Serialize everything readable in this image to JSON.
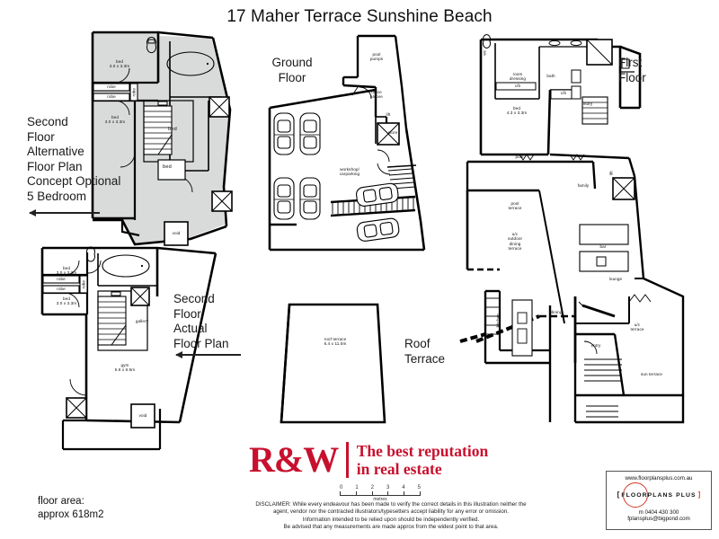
{
  "title": "17 Maher Terrace Sunshine Beach",
  "sections": {
    "second_floor_alt": {
      "label": "Second\nFloor\nAlternative\nFloor Plan\nConcept Optional\n5 Bedroom",
      "lines": [
        "Second",
        "Floor",
        "Alternative",
        "Floor Plan",
        "Concept Optional",
        "5 Bedroom"
      ],
      "rooms": [
        {
          "name": "bed",
          "dims": "3.0 x 3.3m"
        },
        {
          "name": "robe",
          "dims": ""
        },
        {
          "name": "robe",
          "dims": ""
        },
        {
          "name": "robe",
          "dims": ""
        },
        {
          "name": "bed",
          "dims": "3.0 x 3.3m"
        },
        {
          "name": "bed",
          "dims": ""
        },
        {
          "name": "bed",
          "dims": ""
        },
        {
          "name": "void",
          "dims": ""
        }
      ]
    },
    "second_floor_actual": {
      "lines": [
        "Second",
        "Floor",
        "Actual",
        "Floor Plan"
      ],
      "rooms": [
        {
          "name": "bed",
          "dims": "3.0 x 3.3m"
        },
        {
          "name": "robe",
          "dims": ""
        },
        {
          "name": "robe",
          "dims": ""
        },
        {
          "name": "robe",
          "dims": ""
        },
        {
          "name": "bed",
          "dims": "3.0 x 3.3m"
        },
        {
          "name": "gallery",
          "dims": ""
        },
        {
          "name": "gym",
          "dims": "5.6 x 6.5m"
        },
        {
          "name": "void",
          "dims": ""
        }
      ]
    },
    "ground_floor": {
      "lines": [
        "Ground",
        "Floor"
      ],
      "rooms": [
        {
          "name": "pool pumps",
          "dims": ""
        },
        {
          "name": "office alcove",
          "dims": ""
        },
        {
          "name": "lift",
          "dims": ""
        },
        {
          "name": "store",
          "dims": ""
        },
        {
          "name": "workshop/ carparking",
          "dims": ""
        }
      ]
    },
    "roof_terrace": {
      "lines": [
        "Roof",
        "Terrace"
      ],
      "rooms": [
        {
          "name": "roof terrace",
          "dims": "6.4 x 11.0m"
        }
      ]
    },
    "first_floor": {
      "lines": [
        "First",
        "Floor"
      ],
      "rooms": [
        {
          "name": "wc",
          "dims": ""
        },
        {
          "name": "room dressing",
          "dims": ""
        },
        {
          "name": "c/b",
          "dims": ""
        },
        {
          "name": "bath",
          "dims": ""
        },
        {
          "name": "bed",
          "dims": "4.3 x 3.3m"
        },
        {
          "name": "lndry",
          "dims": ""
        },
        {
          "name": "pool",
          "dims": ""
        },
        {
          "name": "pool terrace",
          "dims": ""
        },
        {
          "name": "u/c outdoor dining terrace",
          "dims": ""
        },
        {
          "name": "family",
          "dims": ""
        },
        {
          "name": "lift",
          "dims": ""
        },
        {
          "name": "bar",
          "dims": ""
        },
        {
          "name": "lounge",
          "dims": ""
        },
        {
          "name": "kitchen",
          "dims": ""
        },
        {
          "name": "dining",
          "dims": ""
        },
        {
          "name": "entry",
          "dims": ""
        },
        {
          "name": "u/c terrace",
          "dims": ""
        },
        {
          "name": "sun terrace",
          "dims": ""
        }
      ]
    }
  },
  "labels": {
    "bed": "bed",
    "bed_dims_small": "3.0 x 3.3m",
    "bed_dims_first": "4.3 x 3.3m",
    "robe": "robe",
    "void": "void",
    "gallery": "gallery",
    "gym": "gym",
    "gym_dims": "5.6 x 6.5m",
    "pool_pumps_1": "pool",
    "pool_pumps_2": "pumps",
    "office_1": "office",
    "office_2": "alcove",
    "lift": "lift",
    "store": "store",
    "workshop_1": "workshop/",
    "workshop_2": "carparking",
    "roof_terrace": "roof terrace",
    "roof_terrace_dims": "6.4 x 11.0m",
    "wc": "wc",
    "room": "room",
    "dressing": "dressing",
    "cb": "c/b",
    "bath": "bath",
    "lndry": "lndry",
    "pool": "pool",
    "pool_terrace_1": "pool",
    "pool_terrace_2": "terrace",
    "uc_1": "u/c",
    "uc_2": "outdoor",
    "uc_3": "dining",
    "uc_4": "terrace",
    "family": "family",
    "bar": "bar",
    "lounge": "lounge",
    "kitchen": "kitchen",
    "dining": "dining",
    "entry": "entry",
    "uct_1": "u/c",
    "uct_2": "terrace",
    "sun_terrace": "sun terrace"
  },
  "footer": {
    "floor_area_line1": "floor area:",
    "floor_area_line2": "approx 618m2",
    "logo_mark": "R&W",
    "logo_tag_line1": "The best reputation",
    "logo_tag_line2": "in real estate",
    "scale_numbers": [
      "0",
      "1",
      "2",
      "3",
      "4",
      "5"
    ],
    "scale_unit": "metres",
    "disclaimer": [
      "DISCLAIMER: While every endeavour has been made to verify the correct details in this illustration neither the",
      "agent, vendor nor the contracted illustrators/typesetters accept liability for any error or omission.",
      "Information intended to be relied upon should be independently verified.",
      "Be advised that any measurements are made approx from the widest point to that area."
    ],
    "fpp": {
      "url": "www.floorplansplus.com.au",
      "name": "FLOORPLANS PLUS",
      "phone": "m 0404 430 300",
      "email": "fplansplus@bigpond.com"
    }
  },
  "colors": {
    "brand_red": "#c8102e",
    "accent_red": "#d23b2b",
    "ink": "#111111",
    "plan_fill": "#d9dada",
    "wall": "#000000"
  }
}
